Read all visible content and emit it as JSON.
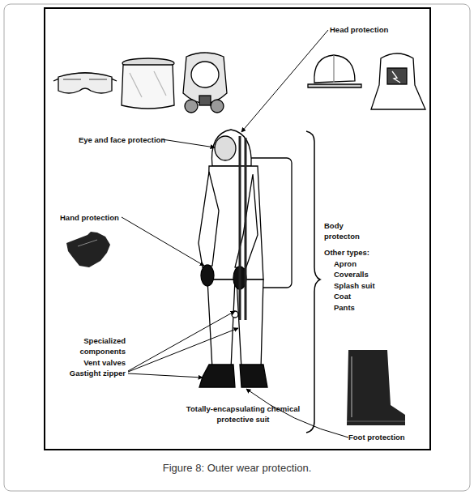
{
  "diagram": {
    "caption": "Figure 8: Outer wear protection.",
    "labels": [
      "Head protection",
      "Eye and face protection",
      "Hand protection",
      "Body protecton",
      "Other types:",
      "Apron",
      "Coveralls",
      "Splash suit",
      "Coat",
      "Pants",
      "Specialized components",
      "Vent valves",
      "Gastight zipper",
      "Totally-encapsulating chemical protective suit",
      "Foot protection"
    ]
  }
}
